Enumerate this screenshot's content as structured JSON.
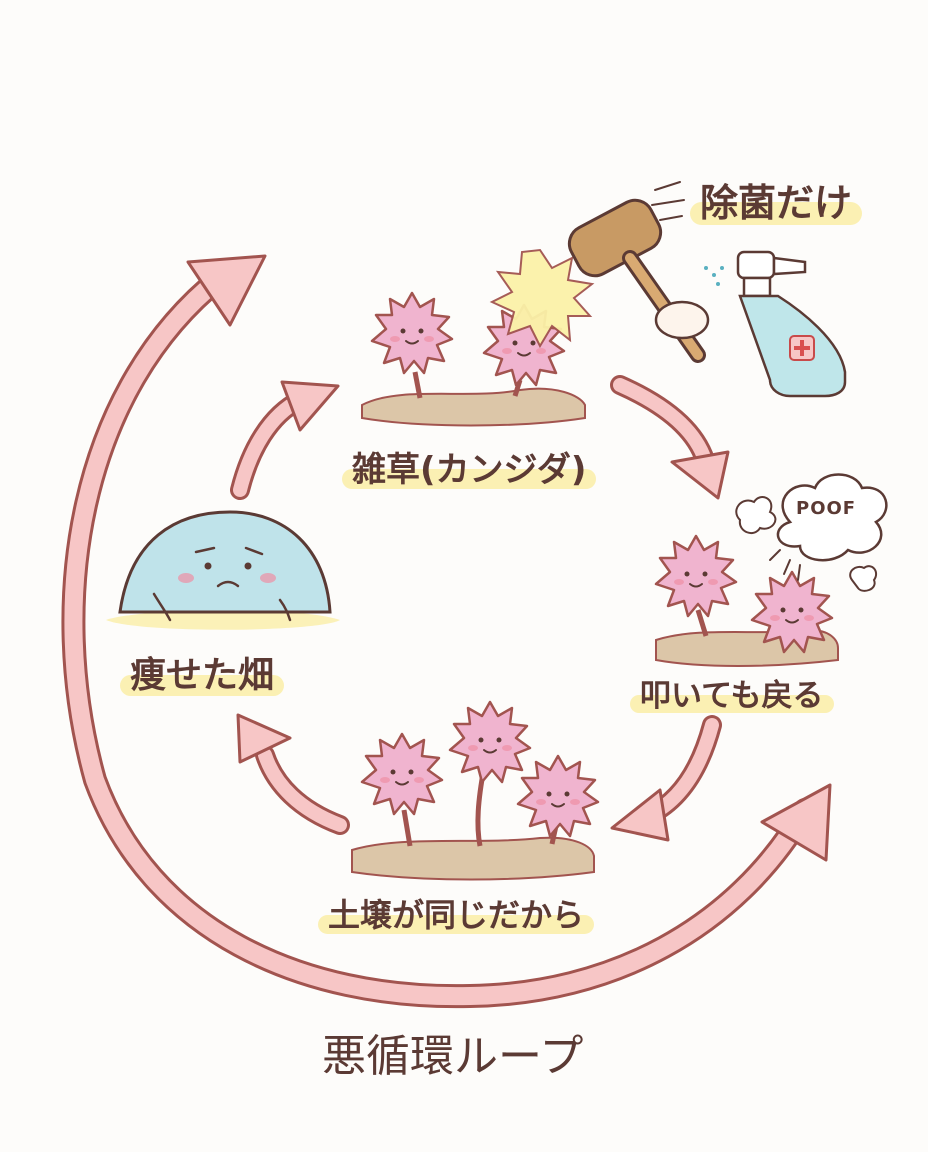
{
  "labels": {
    "disinfect": "除菌だけ",
    "weeds": "雑草(カンジダ)",
    "knock_back": "叩いても戻る",
    "same_soil": "土壌が同じだから",
    "barren": "痩せた畑",
    "loop": "悪循環ループ"
  },
  "sound_effect": "POOF",
  "colors": {
    "arrow_fill": "#f7c6c6",
    "arrow_stroke": "#a2544f",
    "weed_fill": "#f0b4cf",
    "soil": "#dcc6a8",
    "highlight": "#fbf0b3",
    "text": "#5b3a34"
  },
  "icons": [
    "mallet-icon",
    "spray-bottle-icon",
    "weed-character-icon",
    "dome-character-icon",
    "poof-cloud-icon"
  ]
}
